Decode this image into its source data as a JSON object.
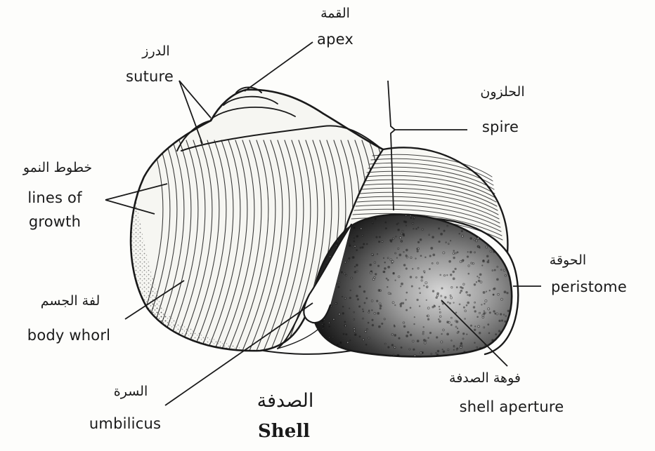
{
  "labels": {
    "apex": {
      "ar": "القمة",
      "en": "apex"
    },
    "suture": {
      "ar": "الدرز",
      "en": "suture"
    },
    "spire": {
      "ar": "الحلزون",
      "en": "spire"
    },
    "growth": {
      "ar": "خطوط النمو",
      "en1": "lines of",
      "en2": "growth"
    },
    "peristome": {
      "ar": "الحوقة",
      "en": "peristome"
    },
    "body_whorl": {
      "ar": "لفة الجسم",
      "en": "body whorl"
    },
    "umbilicus": {
      "ar": "السرة",
      "en": "umbilicus"
    },
    "aperture": {
      "ar": "فوهة الصدفة",
      "en": "shell aperture"
    }
  },
  "title": {
    "ar": "الصدفة",
    "en": "Shell"
  },
  "colors": {
    "ink": "#1a1a1a",
    "paper": "#fdfdfb",
    "aperture_fill": "#3a3a3a"
  }
}
